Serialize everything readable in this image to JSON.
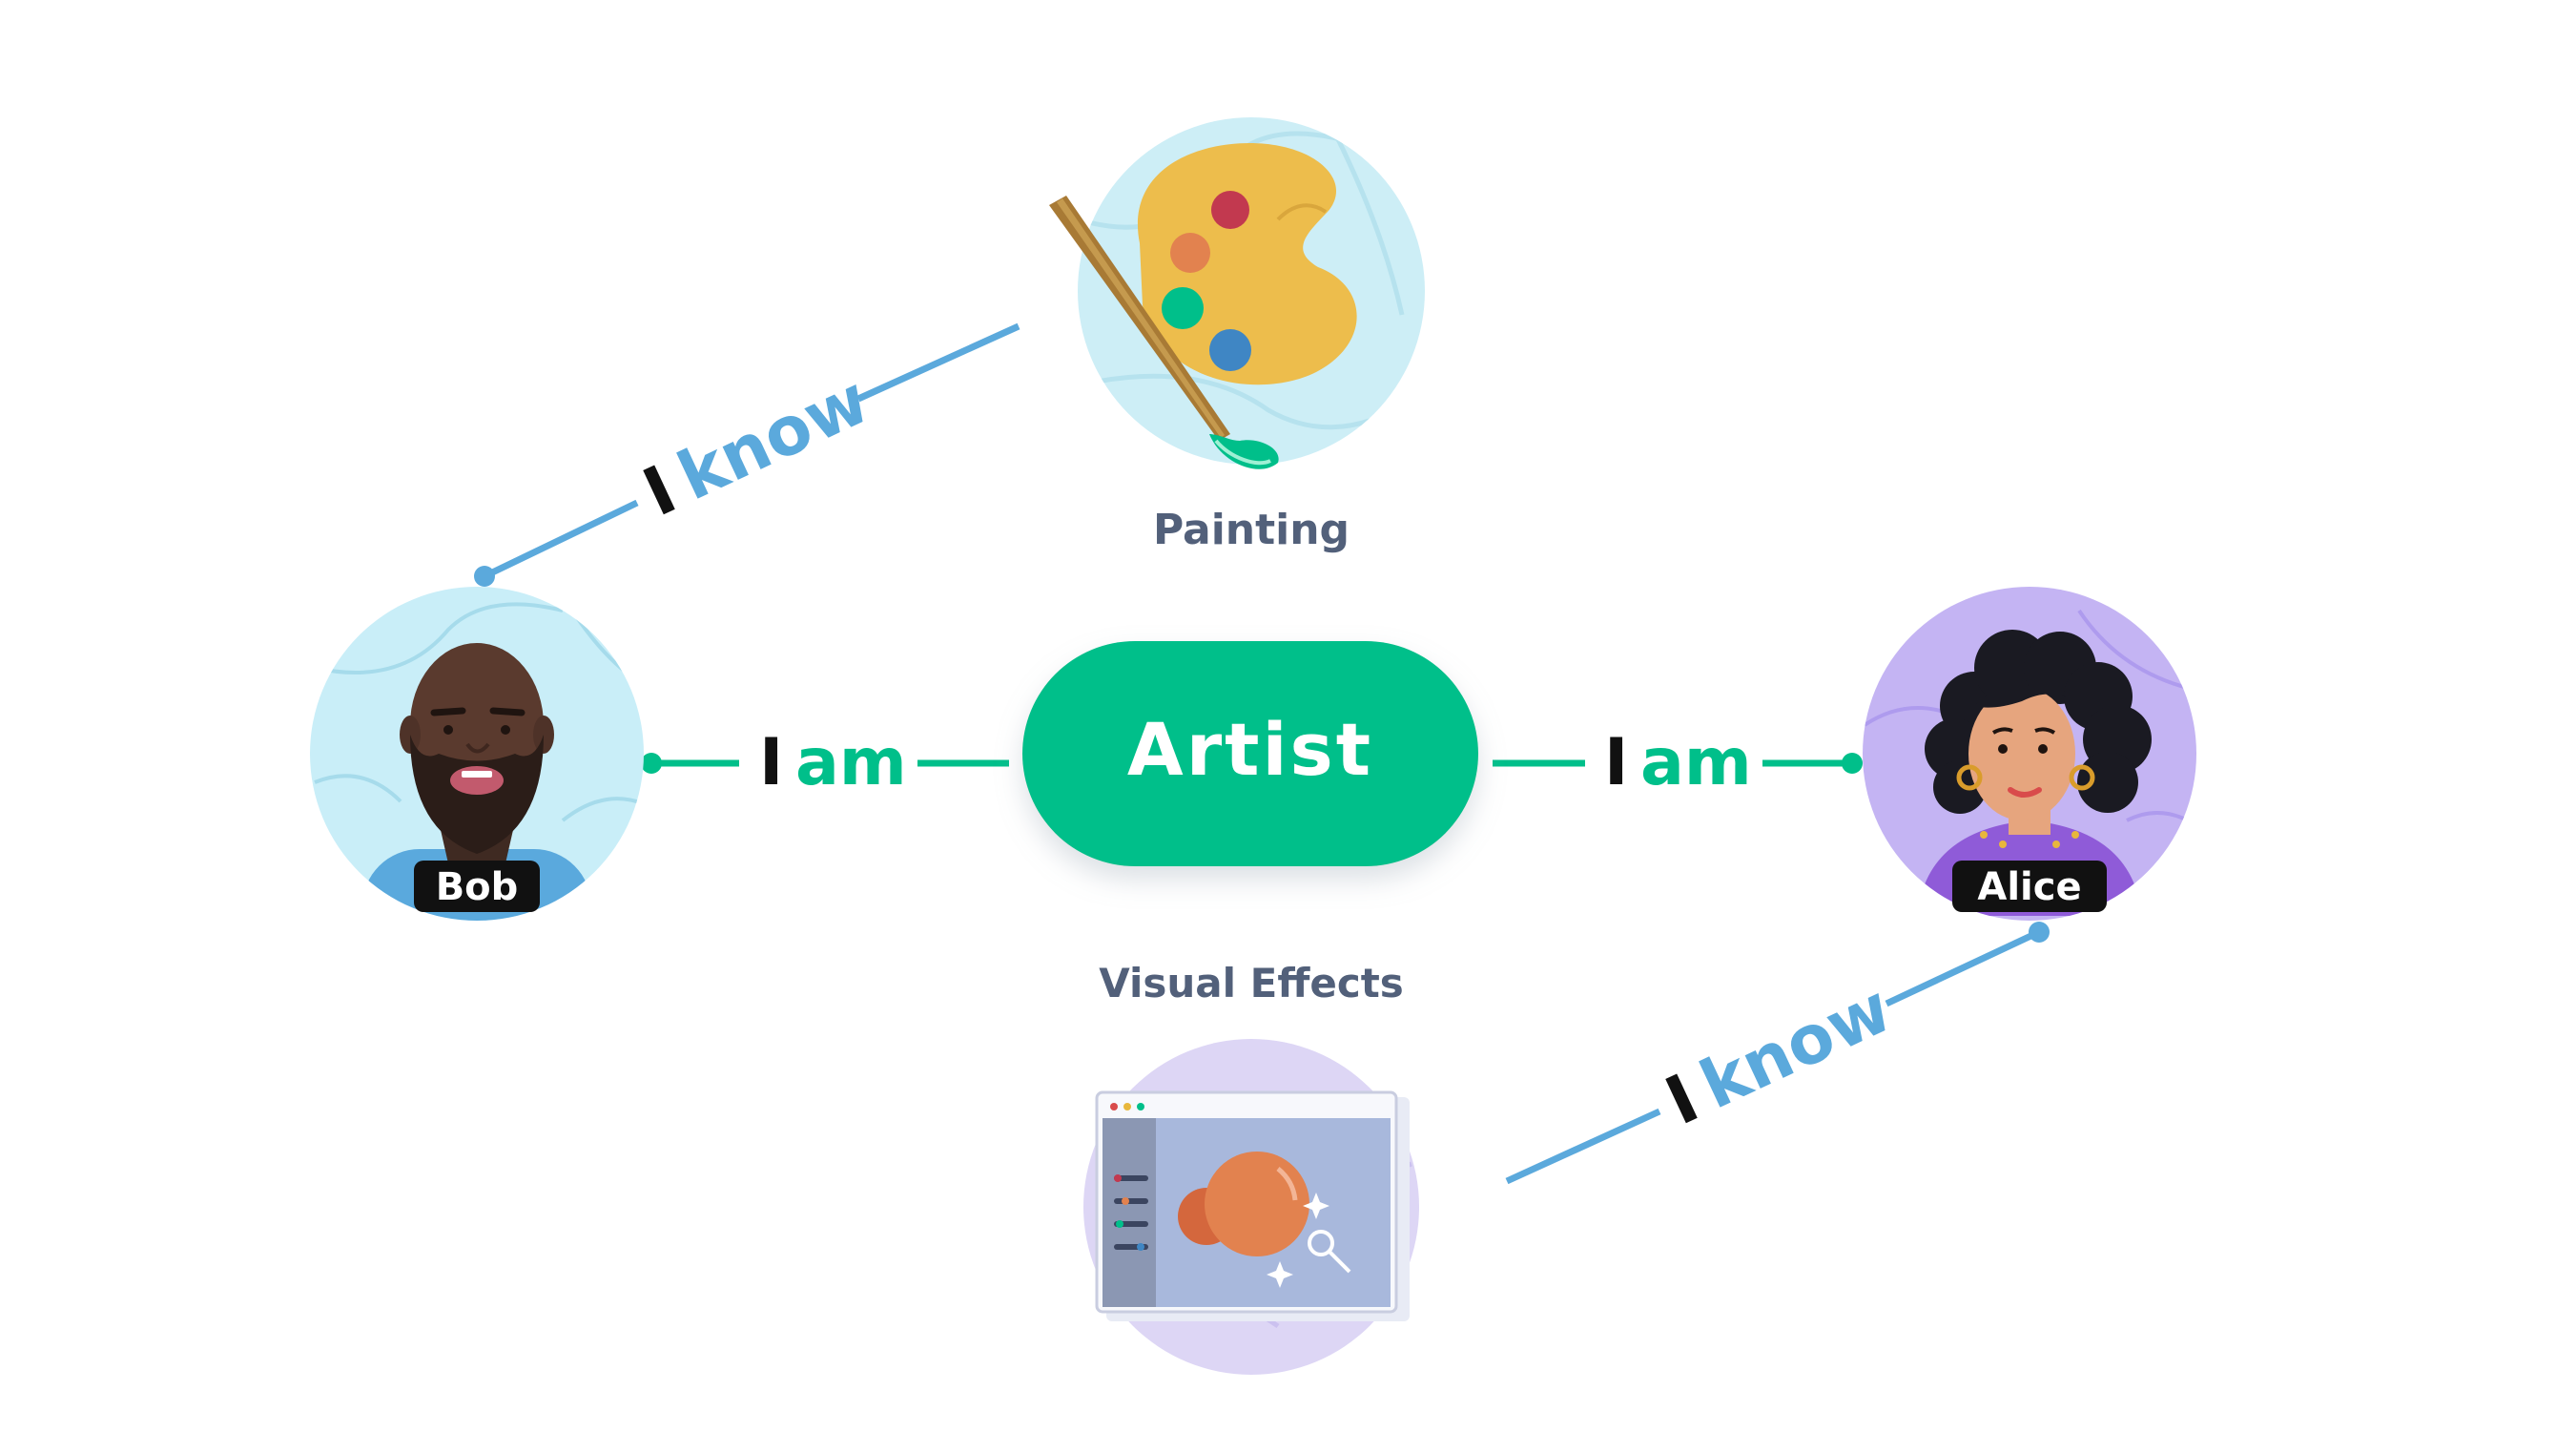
{
  "center": {
    "label": "Artist"
  },
  "people": {
    "bob": {
      "name": "Bob"
    },
    "alice": {
      "name": "Alice"
    }
  },
  "skills": {
    "painting": {
      "label": "Painting",
      "icon": "paint-palette-icon"
    },
    "vfx": {
      "label": "Visual Effects",
      "icon": "vfx-editor-window-icon"
    }
  },
  "relations": {
    "bob_am": {
      "i": "I",
      "verb": "am"
    },
    "alice_am": {
      "i": "I",
      "verb": "am"
    },
    "bob_know": {
      "i": "I",
      "verb": "know"
    },
    "alice_know": {
      "i": "I",
      "verb": "know"
    }
  },
  "colors": {
    "green": "#00bf8a",
    "blue": "#5ba9dc",
    "text_dark": "#52607a",
    "black": "#111111",
    "bob_bg": "#c9eef8",
    "alice_bg": "#c4b4f3",
    "painting_bg": "#cdeef6",
    "vfx_bg": "#ddd6f5"
  }
}
